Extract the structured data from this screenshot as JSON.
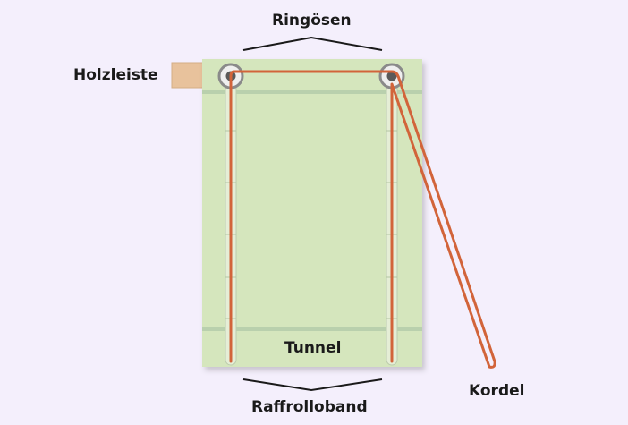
{
  "labels": {
    "ringoesen": "Ringösen",
    "holzleiste": "Holzleiste",
    "tunnel": "Tunnel",
    "raffrolloband": "Raffrolloband",
    "kordel": "Kordel"
  },
  "colors": {
    "background": "#f4effc",
    "fabric": "#d5e6bd",
    "fabric_stripe": "#b9d0ad",
    "wood": "#e8c29c",
    "cord": "#d2643a",
    "ring": "#8a8a8a",
    "text": "#1a1a1a"
  }
}
